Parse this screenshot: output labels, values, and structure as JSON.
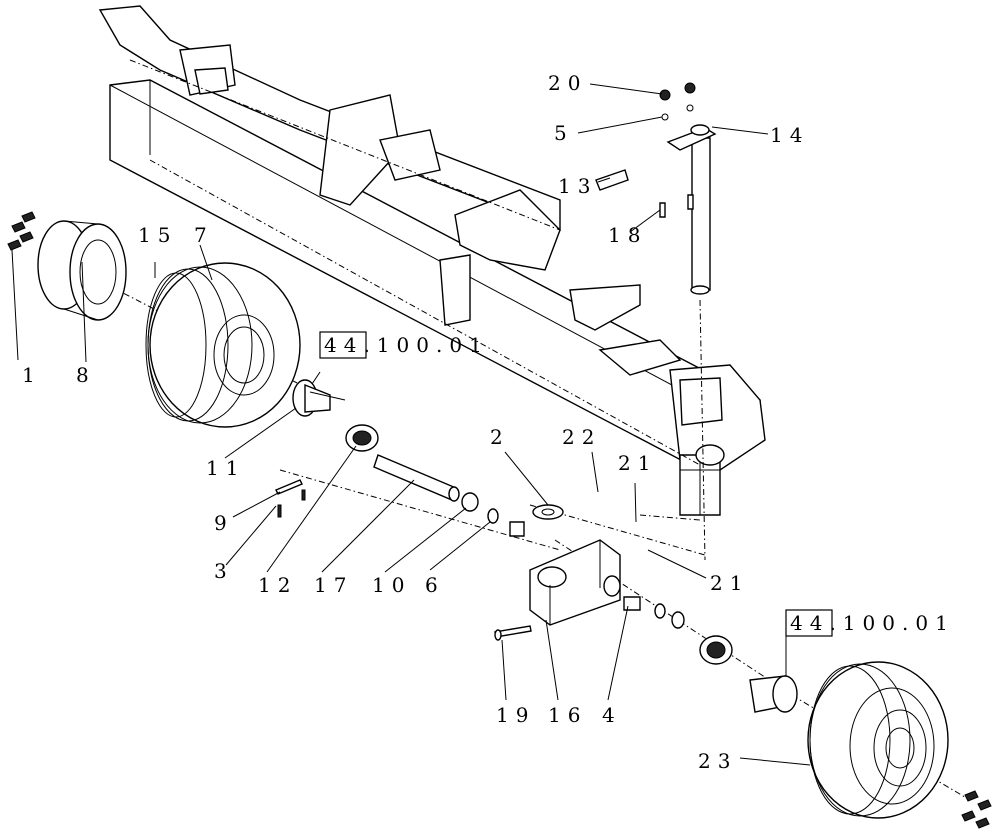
{
  "callouts": {
    "c1": "1",
    "c2": "2",
    "c3": "3",
    "c4": "4",
    "c5": "5",
    "c6": "6",
    "c7": "7",
    "c8": "8",
    "c9": "9",
    "c10": "10",
    "c11": "11",
    "c12": "12",
    "c13": "13",
    "c14": "14",
    "c15": "15",
    "c16": "16",
    "c17": "17",
    "c18": "18",
    "c19": "19",
    "c20": "20",
    "c21a": "21",
    "c21b": "21",
    "c22": "22",
    "c23": "23"
  },
  "references": {
    "left_hub": "44.100.01",
    "right_hub": "44.100.01"
  }
}
